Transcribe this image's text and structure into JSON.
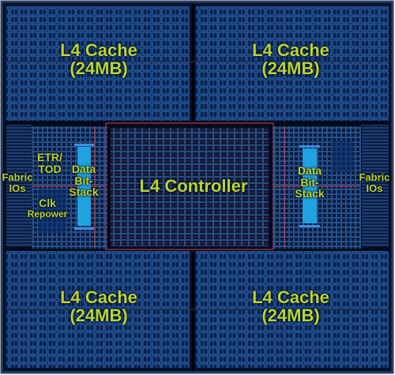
{
  "die": {
    "colors": {
      "background": "#07122a",
      "border": "#2a4068",
      "grid_line": "#2e78c8",
      "cell_fill": "#0c2150",
      "wire_red": "#b23a44",
      "bitstack_cyan": "#1fa3e0",
      "label": "#b9d438"
    },
    "blocks": {
      "cache_top_left": {
        "name": "L4 Cache",
        "size": "(24MB)"
      },
      "cache_top_right": {
        "name": "L4 Cache",
        "size": "(24MB)"
      },
      "cache_bottom_left": {
        "name": "L4 Cache",
        "size": "(24MB)"
      },
      "cache_bottom_right": {
        "name": "L4 Cache",
        "size": "(24MB)"
      },
      "controller": {
        "name": "L4 Controller"
      },
      "fabric_left": {
        "line1": "Fabric",
        "line2": "IOs"
      },
      "fabric_right": {
        "line1": "Fabric",
        "line2": "IOs"
      },
      "etr_tod": {
        "line1": "ETR/",
        "line2": "TOD"
      },
      "clk_repower": {
        "line1": "Clk",
        "line2": "Repower"
      },
      "bitstack_left": {
        "line1": "Data",
        "line2": "Bit-",
        "line3": "Stack"
      },
      "bitstack_right": {
        "line1": "Data",
        "line2": "Bit-",
        "line3": "Stack"
      }
    }
  }
}
